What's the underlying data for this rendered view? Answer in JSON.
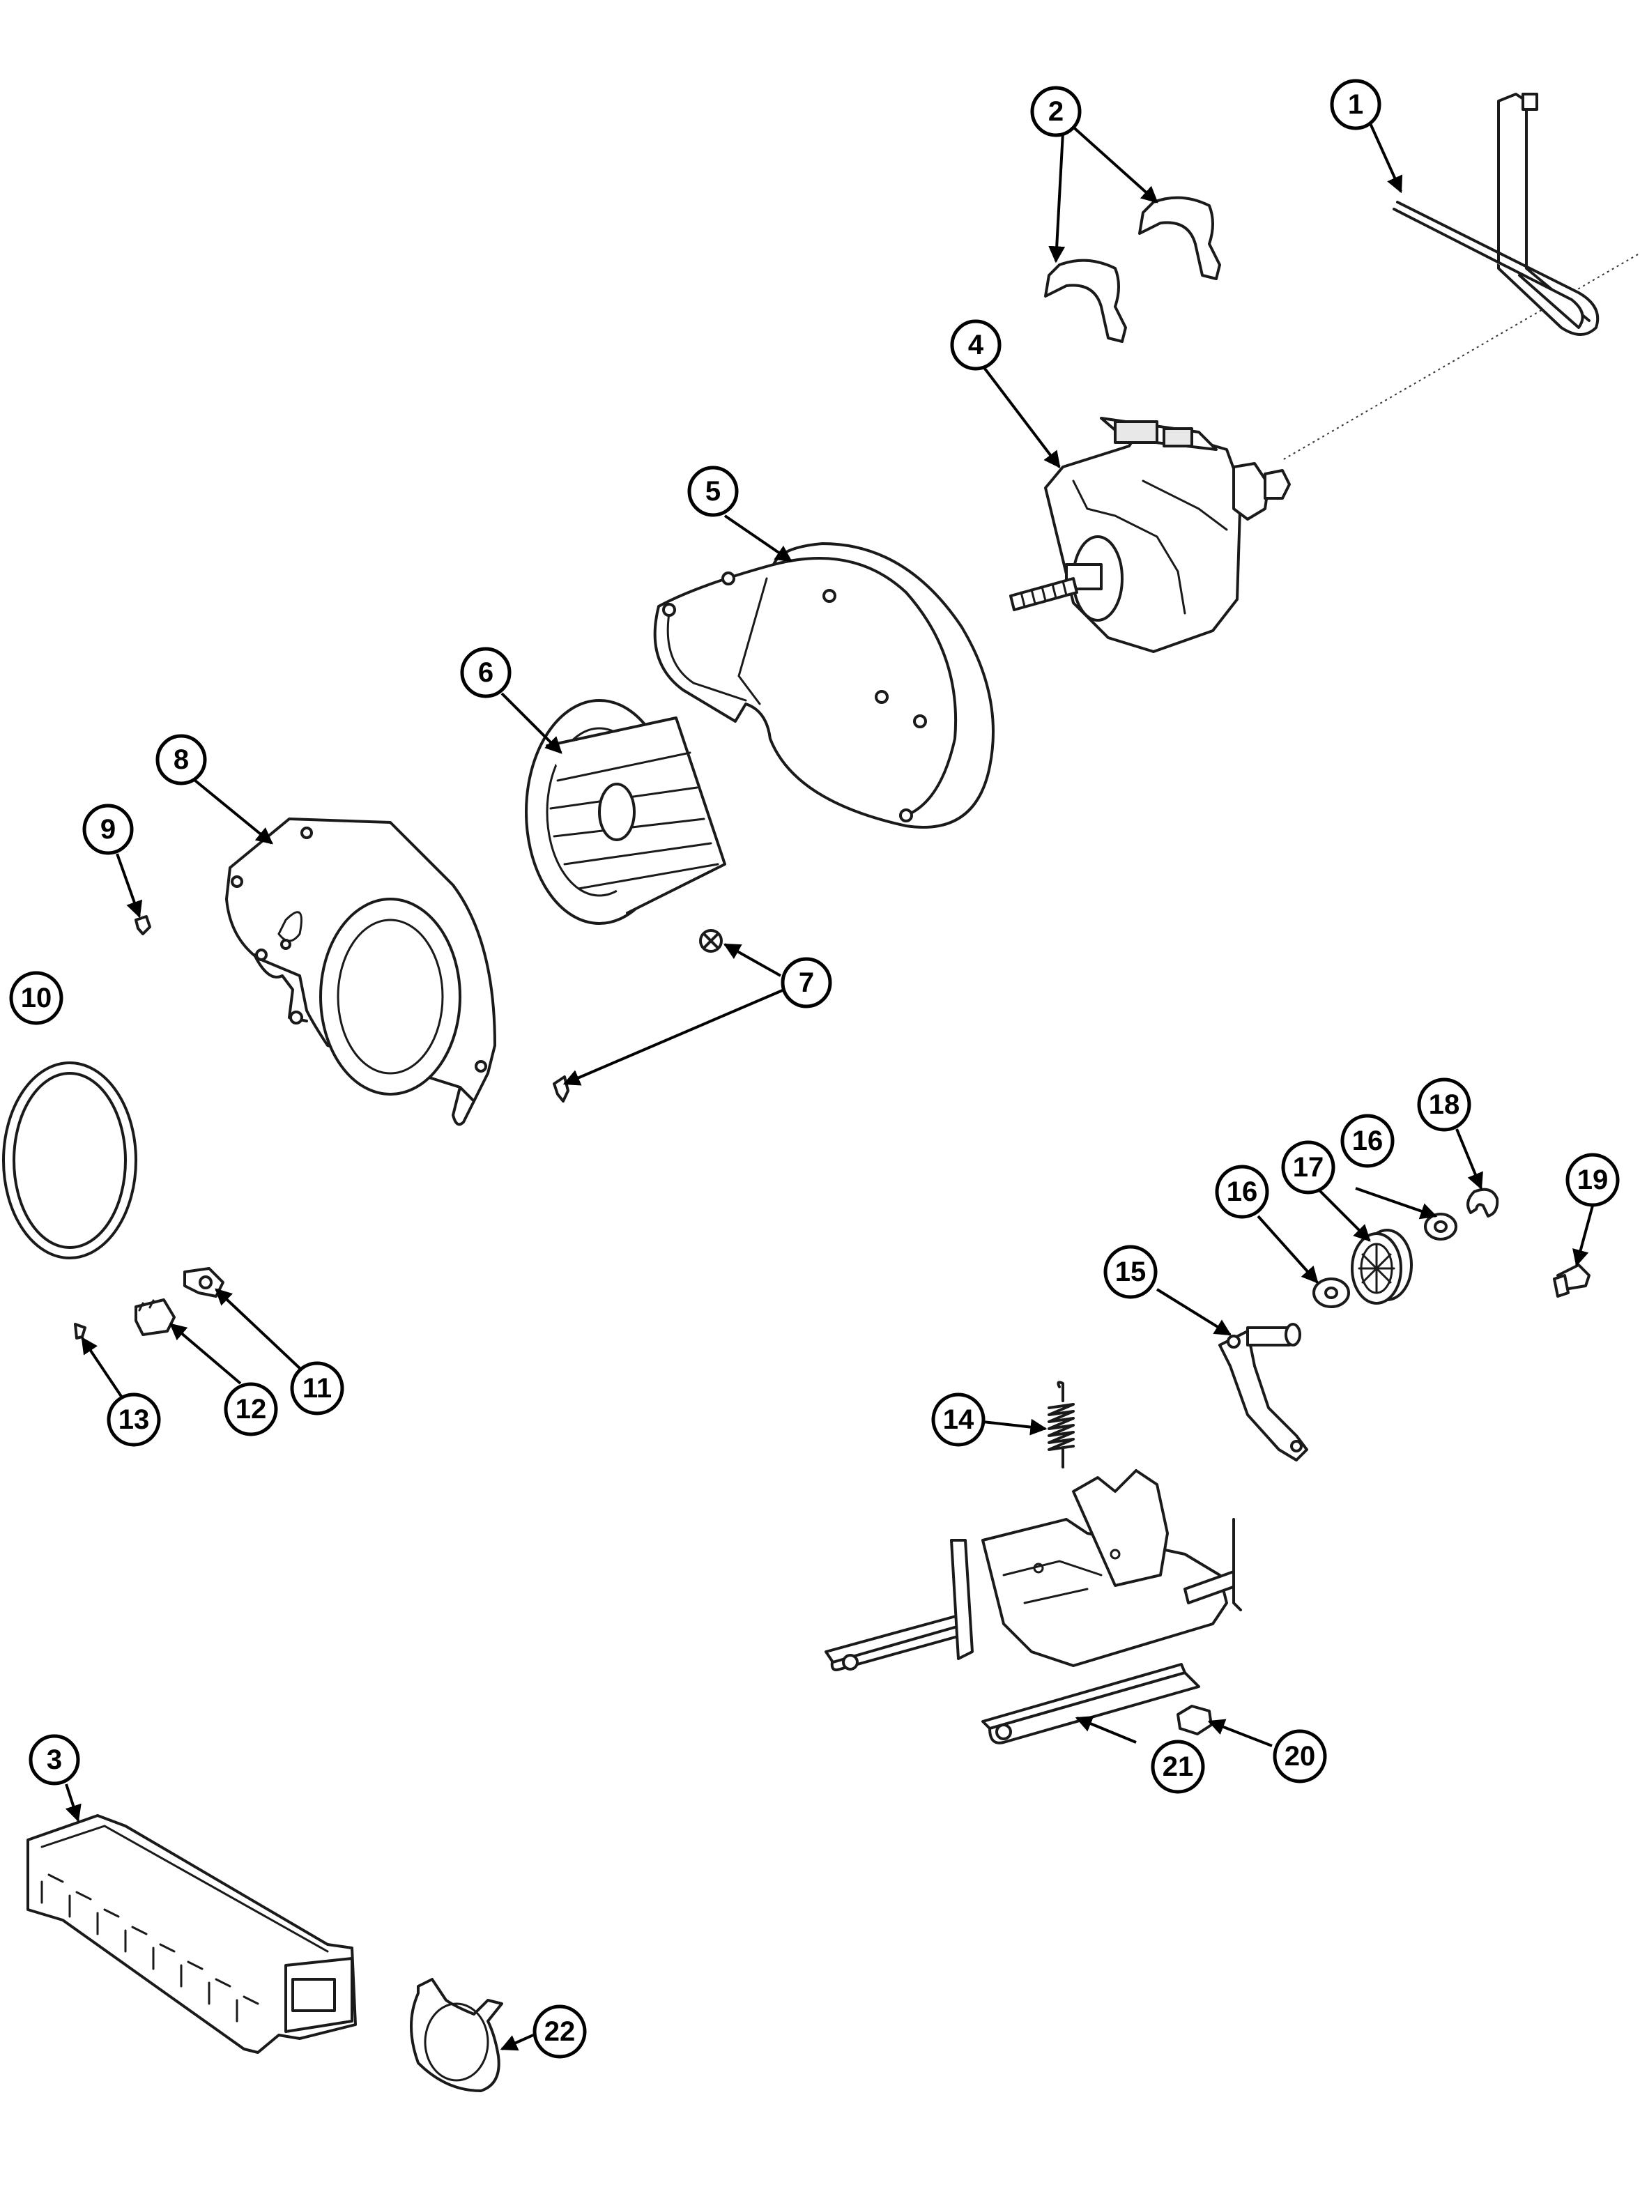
{
  "callouts": {
    "c1": "1",
    "c2": "2",
    "c3": "3",
    "c4": "4",
    "c5": "5",
    "c6": "6",
    "c7": "7",
    "c8": "8",
    "c9": "9",
    "c10": "10",
    "c11": "11",
    "c12": "12",
    "c13": "13",
    "c14": "14",
    "c15": "15",
    "c16a": "16",
    "c16b": "16",
    "c17": "17",
    "c18": "18",
    "c19": "19",
    "c20": "20",
    "c21": "21",
    "c22": "22"
  }
}
